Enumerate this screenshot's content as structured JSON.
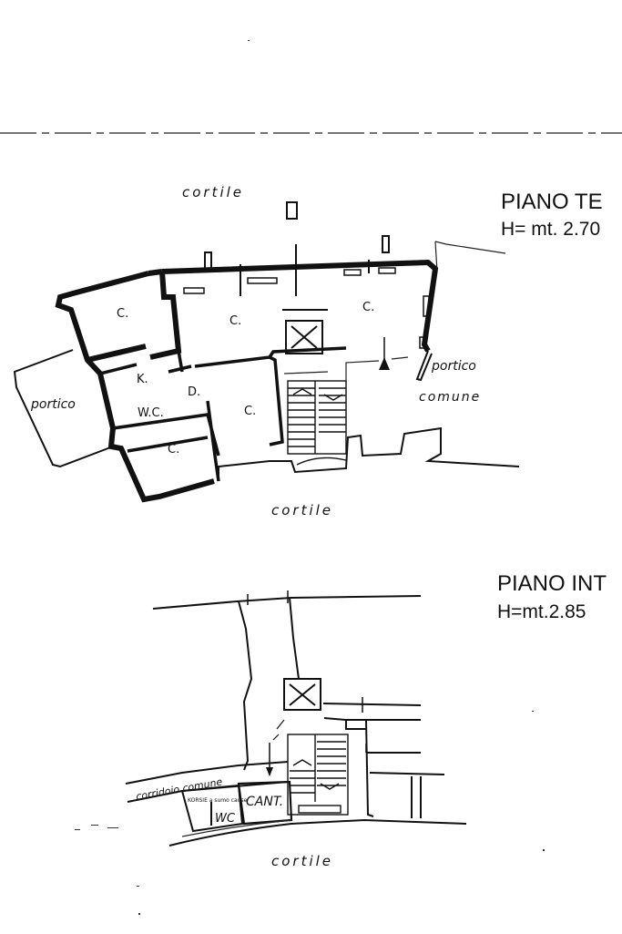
{
  "ground_floor": {
    "title": "PIANO TE",
    "height": "H= mt. 2.70",
    "labels": {
      "cortile_top": "cortile",
      "cortile_bottom": "cortile",
      "portico_left": "portico",
      "portico_right": "portico",
      "comune": "comune"
    },
    "rooms": [
      "C.",
      "C.",
      "C.",
      "K.",
      "D.",
      "W.C.",
      "C.",
      "C."
    ]
  },
  "basement": {
    "title": "PIANO INT",
    "height": "H=mt.2.85",
    "labels": {
      "corridoio": "corridoio comune",
      "cantina": "CANT.",
      "wc": "WC",
      "small_note": "KORSIE a sumo cause",
      "cortile": "cortile"
    }
  }
}
